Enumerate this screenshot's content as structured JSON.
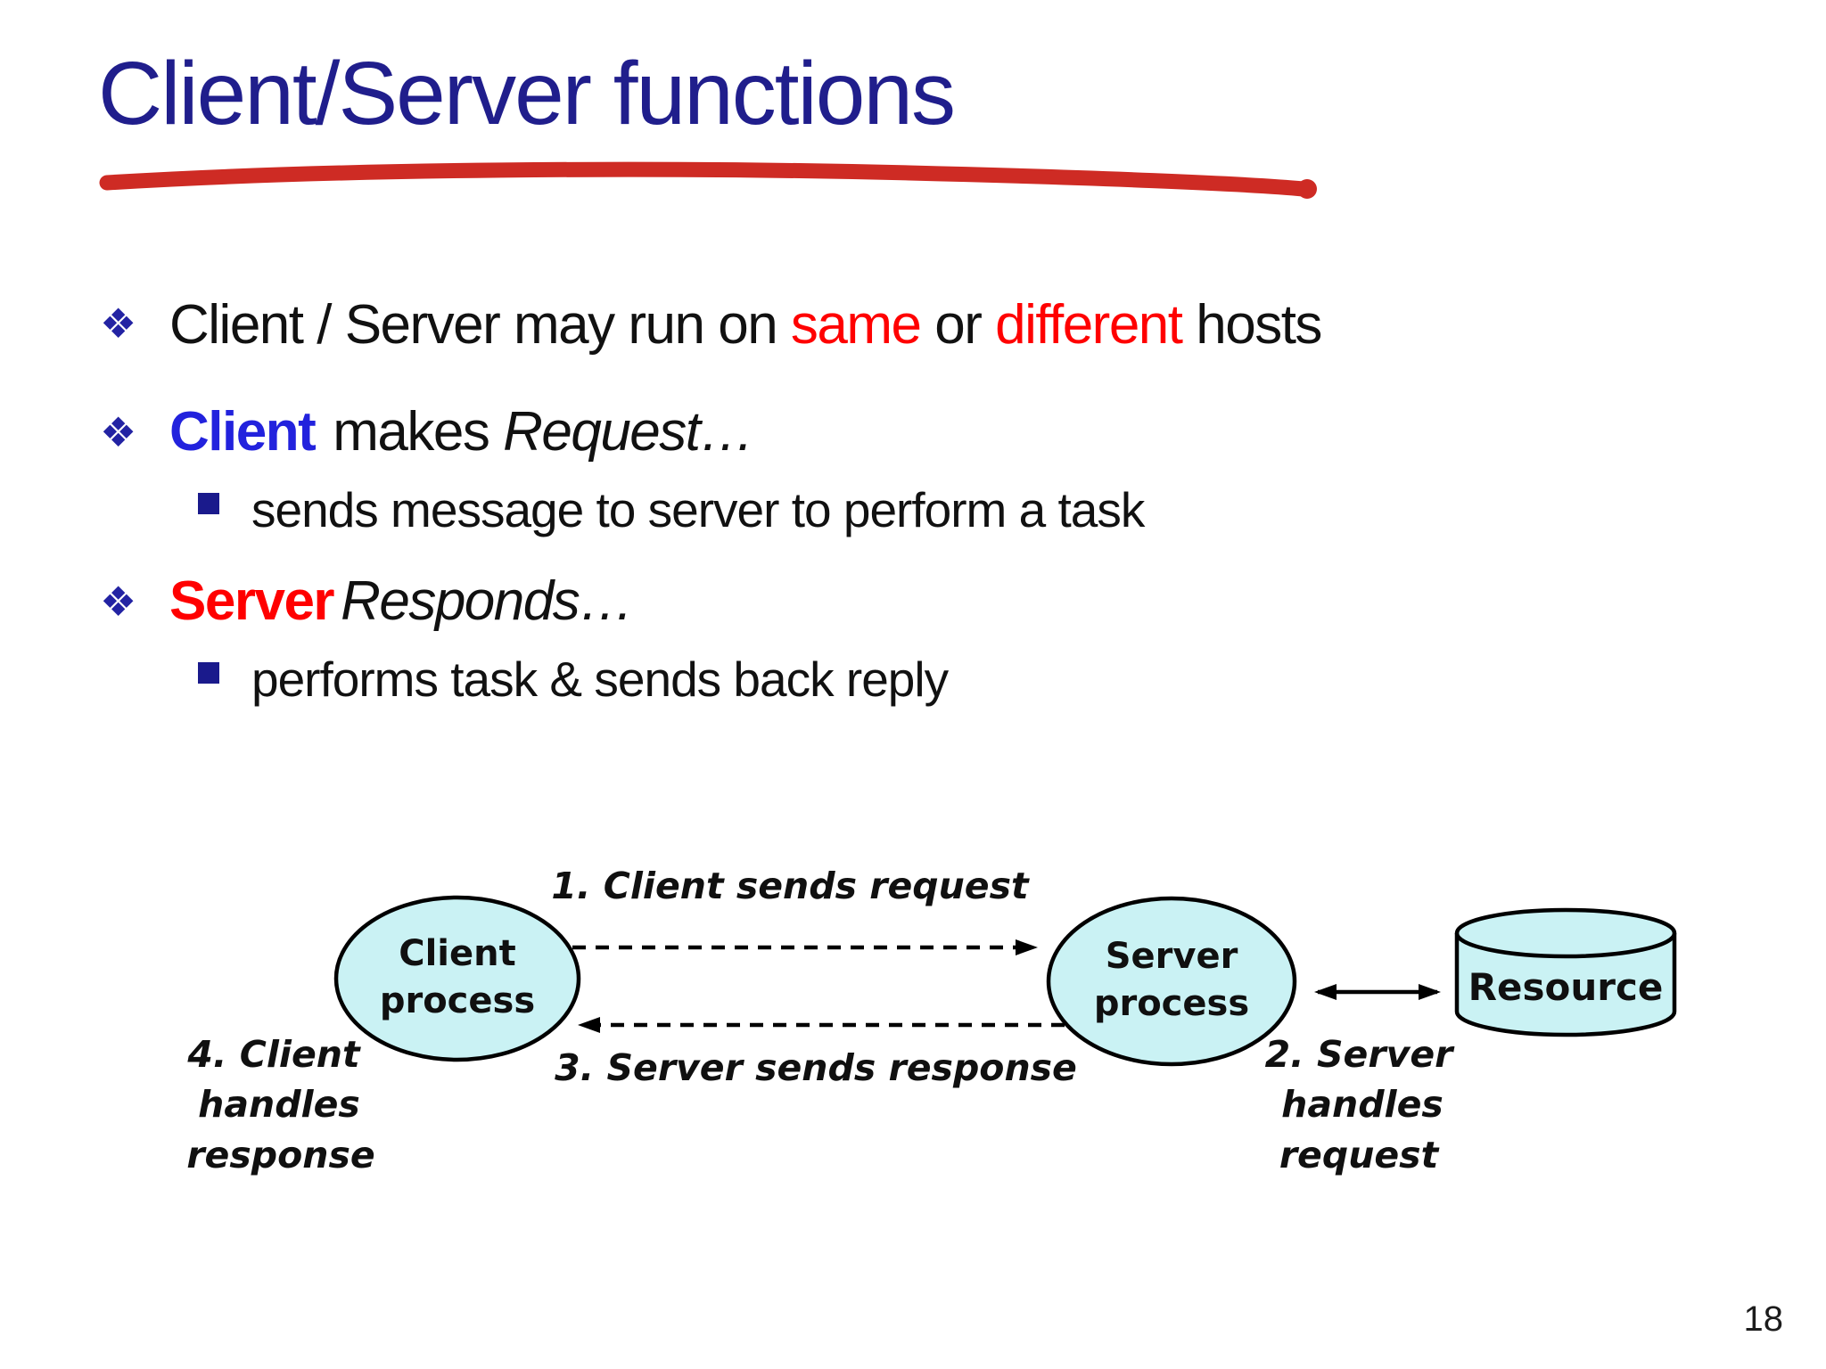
{
  "title": "Client/Server functions",
  "page_number": "18",
  "colors": {
    "title_navy": "#201E8C",
    "accent_red": "#FF0000",
    "client_blue": "#2222DD",
    "underline_red": "#CE2B24",
    "node_fill": "#CAF2F4",
    "bullet_navy": "#1A1A8C"
  },
  "bullets": {
    "b1": {
      "pre": "Client / Server may run on ",
      "same": "same",
      "mid": " or ",
      "different": "different",
      "post": " hosts"
    },
    "b2": {
      "lead": "Client",
      "mid": "makes ",
      "tail": "Request…"
    },
    "b2_sub": "sends message to server to perform a task",
    "b3": {
      "lead": "Server",
      "mid": "",
      "tail": "Responds…"
    },
    "b3_sub": "performs task & sends back reply"
  },
  "diagram": {
    "client_node": {
      "line1": "Client",
      "line2": "process"
    },
    "server_node": {
      "line1": "Server",
      "line2": "process"
    },
    "resource_label": "Resource",
    "step1": "1. Client sends request",
    "step2": {
      "line1": "2. Server",
      "line2": "handles",
      "line3": "request"
    },
    "step3": "3. Server sends response",
    "step4": {
      "line1": "4. Client",
      "line2": "handles",
      "line3": "response"
    }
  }
}
